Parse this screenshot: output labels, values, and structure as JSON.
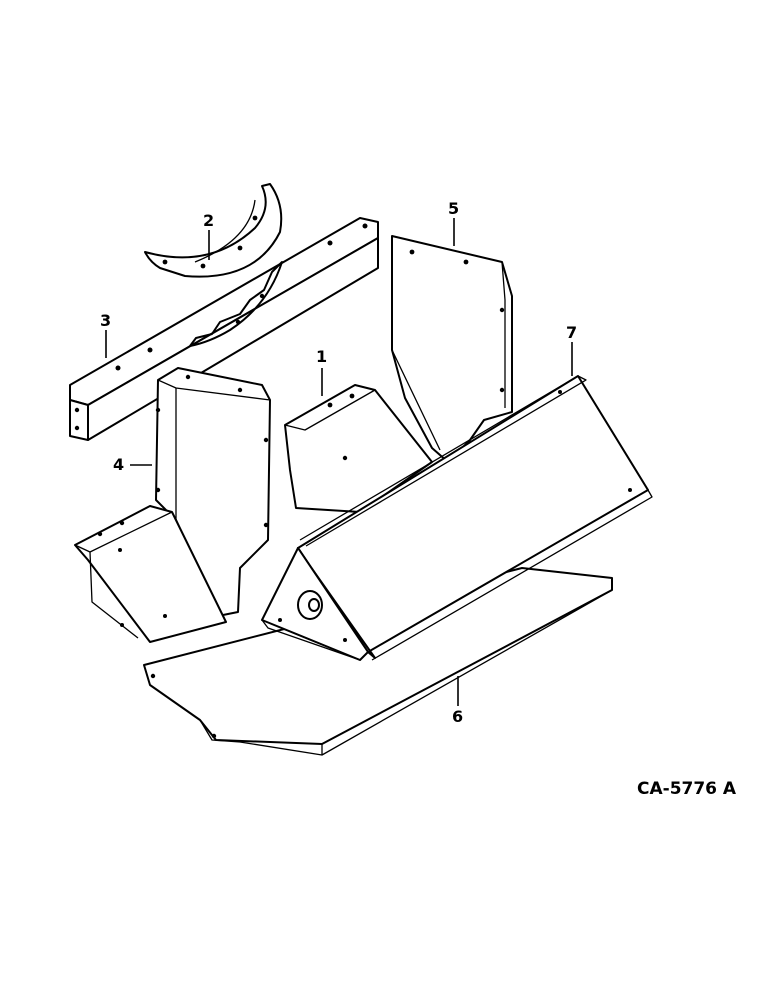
{
  "drawing": {
    "reference": "CA-5776 A",
    "callouts": [
      {
        "id": "1",
        "label": "1"
      },
      {
        "id": "2",
        "label": "2"
      },
      {
        "id": "3",
        "label": "3"
      },
      {
        "id": "4",
        "label": "4"
      },
      {
        "id": "5",
        "label": "5"
      },
      {
        "id": "6",
        "label": "6"
      },
      {
        "id": "7",
        "label": "7"
      }
    ]
  }
}
